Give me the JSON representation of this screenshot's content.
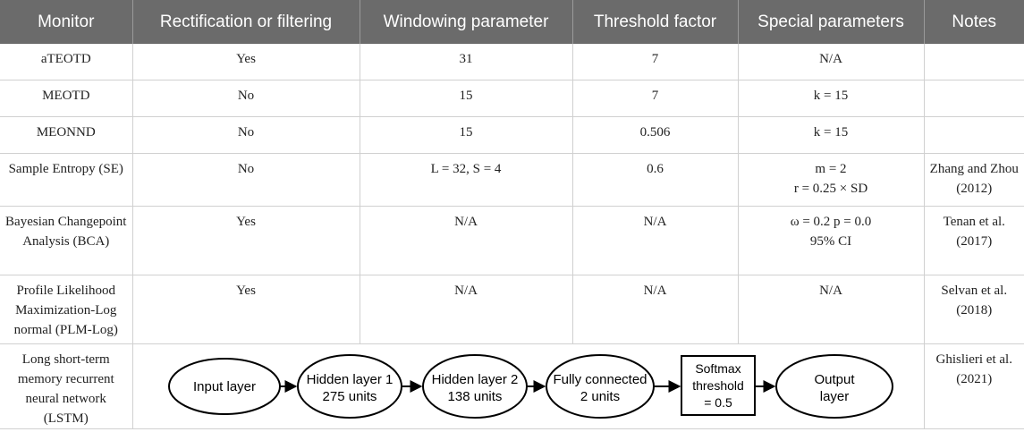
{
  "headers": [
    "Monitor",
    "Rectification or filtering",
    "Windowing parameter",
    "Threshold factor",
    "Special parameters",
    "Notes"
  ],
  "rows": [
    {
      "monitor": "aTEOTD",
      "rect": "Yes",
      "window": "31",
      "threshold": "7",
      "special": [
        "N/A"
      ],
      "notes": ""
    },
    {
      "monitor": "MEOTD",
      "rect": "No",
      "window": "15",
      "threshold": "7",
      "special": [
        "k = 15"
      ],
      "notes": ""
    },
    {
      "monitor": "MEONND",
      "rect": "No",
      "window": "15",
      "threshold": "0.506",
      "special": [
        "k = 15"
      ],
      "notes": ""
    },
    {
      "monitor": "Sample Entropy (SE)",
      "rect": "No",
      "window": "L = 32, S = 4",
      "threshold": "0.6",
      "special": [
        "m = 2",
        "r = 0.25 × SD"
      ],
      "notes": "Zhang and Zhou (2012)"
    },
    {
      "monitor": "Bayesian Changepoint Analysis (BCA)",
      "rect": "Yes",
      "window": "N/A",
      "threshold": "N/A",
      "special": [
        "ω = 0.2 p = 0.0",
        "95% CI"
      ],
      "notes": "Tenan et al. (2017)"
    },
    {
      "monitor": "Profile Likelihood Maximization-Log normal (PLM-Log)",
      "rect": "Yes",
      "window": "N/A",
      "threshold": "N/A",
      "special": [
        "N/A"
      ],
      "notes": "Selvan et al. (2018)"
    }
  ],
  "lstm": {
    "monitor": "Long short-term memory recurrent neural network (LSTM)",
    "notes": "Ghislieri et al. (2021)",
    "nodes": [
      {
        "line1": "Input layer",
        "line2": ""
      },
      {
        "line1": "Hidden layer 1",
        "line2": "275 units"
      },
      {
        "line1": "Hidden layer 2",
        "line2": "138 units"
      },
      {
        "line1": "Fully connected",
        "line2": "2 units"
      },
      {
        "line1": "Softmax",
        "line2": "threshold",
        "line3": "= 0.5"
      },
      {
        "line1": "Output",
        "line2": "layer"
      }
    ]
  },
  "colors": {
    "header_bg": "#6b6b6b",
    "header_text": "#ffffff",
    "grid": "#d0d0d0"
  }
}
